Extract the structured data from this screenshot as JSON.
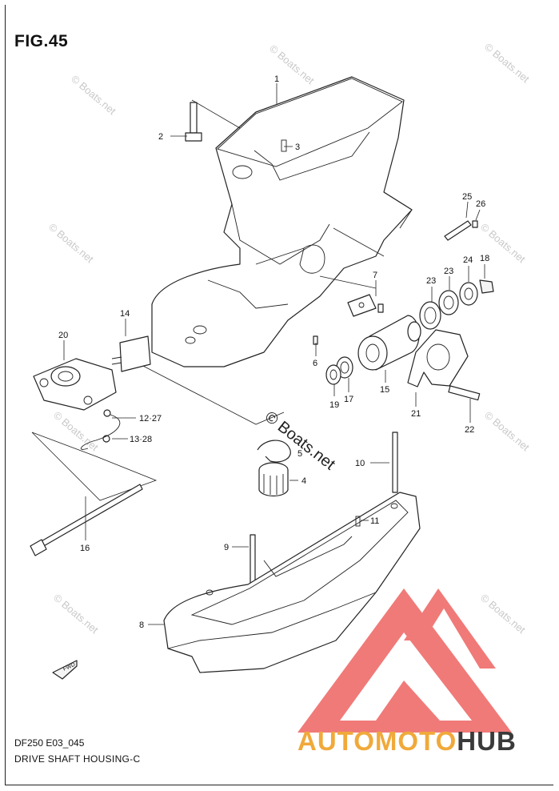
{
  "figure": {
    "title": "FIG.45",
    "code": "DF250 E03_045",
    "caption": "DRIVE SHAFT HOUSING-C"
  },
  "part_labels": {
    "p1": "1",
    "p2": "2",
    "p3": "3",
    "p4": "4",
    "p5": "5",
    "p6": "6",
    "p7": "7",
    "p8": "8",
    "p9": "9",
    "p10": "10",
    "p11": "11",
    "p12_27": "12·27",
    "p13_28": "13·28",
    "p14": "14",
    "p15": "15",
    "p16": "16",
    "p17": "17",
    "p18": "18",
    "p19": "19",
    "p20": "20",
    "p21": "21",
    "p22": "22",
    "p23a": "23",
    "p23b": "23",
    "p24": "24",
    "p25": "25",
    "p26": "26"
  },
  "fwd_label": "FWD",
  "watermark": {
    "small": "© Boats.net",
    "large": "© Boats.net"
  },
  "brand": {
    "part1": "AUTOMOTO",
    "part2": "HUB",
    "color_part1": "#f0a93a",
    "color_part2": "#3a3a3a",
    "triangle_color": "#f07a78"
  }
}
